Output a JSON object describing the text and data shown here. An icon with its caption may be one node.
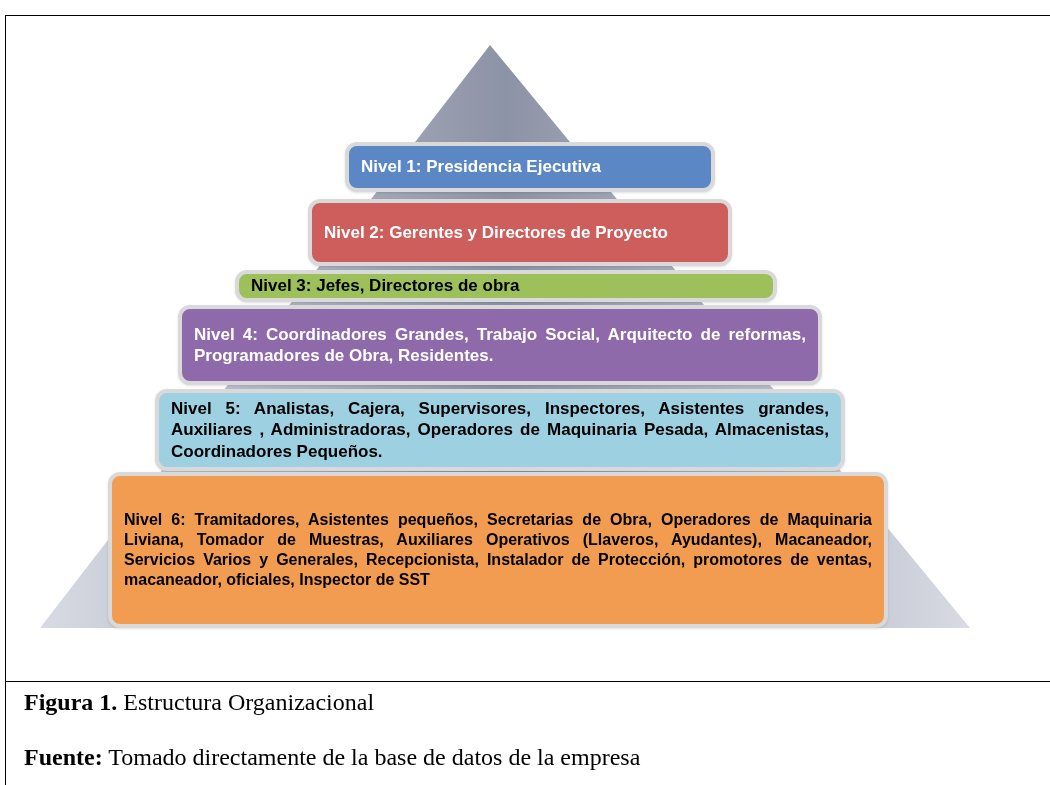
{
  "diagram": {
    "caption": "**Figura 1.** Estructura Organizacional",
    "nodes": [
      {
        "text": [
          "Nivel 1: Presidencia Ejecutiva"
        ]
      },
      {
        "text": [
          "Nivel 2: Gerentes y Directores de Proyecto"
        ]
      },
      {
        "text": [
          "Nivel 3: Jefes, Directores de obra"
        ]
      },
      {
        "text": [
          "Nivel 4: Coordinadores Grandes, Trabajo Social, Arquitecto de reformas, Programadores de Obra, Residentes."
        ]
      },
      {
        "text": [
          "Nivel 5: Analistas, Cajera, Supervisores, Inspectores, Asistentes grandes, Auxiliares , Administradoras, Operadores de Maquinaria Pesada, Almacenistas, Coordinadores Pequeños."
        ]
      },
      {
        "text": [
          "Nivel 6: Tramitadores, Asistentes pequeños, Secretarias de Obra, Operadores de Maquinaria Liviana, Tomador de Muestras, Auxiliares Operativos (Llaveros, Ayudantes), Macaneador, Servicios Varios y Generales, Recepcionista, Instalador de Protección, promotores de ventas, macaneador, oficiales, Inspector de SST"
        ]
      }
    ],
    "labels": [
      "**Fuente:** Tomado directamente de la base de datos de la empresa"
    ]
  }
}
